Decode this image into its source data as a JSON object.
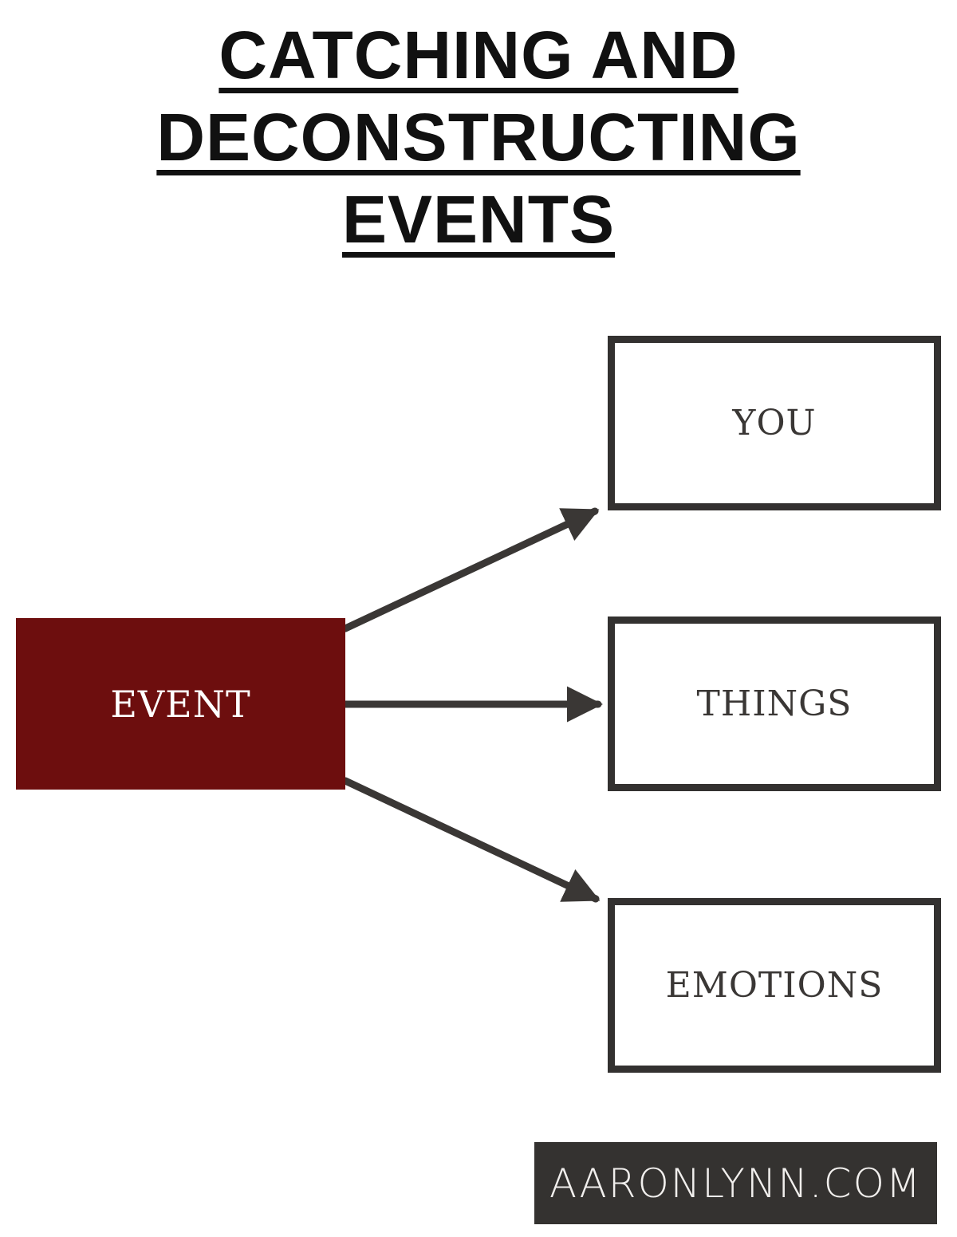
{
  "title": {
    "lines": [
      "CATCHING AND",
      "DECONSTRUCTING",
      "EVENTS"
    ]
  },
  "nodes": {
    "event": {
      "label": "EVENT"
    },
    "you": {
      "label": "YOU"
    },
    "things": {
      "label": "THINGS"
    },
    "emotions": {
      "label": "EMOTIONS"
    }
  },
  "footer": {
    "text": "AARONLYNN.COM"
  },
  "colors": {
    "title_text": "#111111",
    "event_fill": "#6d0e0e",
    "event_text": "#ffffff",
    "box_border": "#333130",
    "box_fill": "#ffffff",
    "node_text": "#3a3735",
    "arrow": "#3a3735",
    "footer_bg": "#343230",
    "footer_text": "#f1efed"
  }
}
